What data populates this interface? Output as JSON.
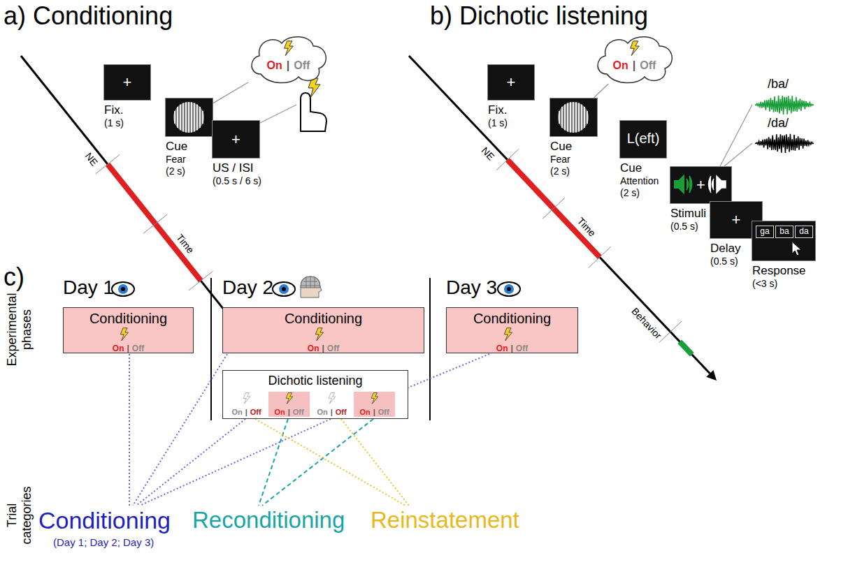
{
  "diagram": {
    "nodes": [
      {
        "text": [
          "+",
          "Fix.",
          "(1 s)"
        ]
      },
      {
        "text": [
          "Cue",
          "Fear",
          "(2 s)"
        ]
      },
      {
        "text": [
          "On",
          "|",
          "Off"
        ]
      },
      {
        "text": [
          "+",
          "US / ISI",
          "(0.5 s / 6 s)"
        ]
      },
      {
        "text": [
          "+",
          "Fix.",
          "(1 s)"
        ]
      },
      {
        "text": [
          "Cue",
          "Fear",
          "(2 s)"
        ]
      },
      {
        "text": [
          "On",
          "|",
          "Off"
        ]
      },
      {
        "text": [
          "L(eft)",
          "Cue",
          "Attention",
          "(2 s)"
        ]
      },
      {
        "text": [
          "+",
          "Stimuli",
          "(0.5 s)"
        ]
      },
      {
        "text": [
          "+",
          "Delay",
          "(0.5 s)"
        ]
      },
      {
        "text": [
          "Response",
          "(<3 s)"
        ]
      },
      {
        "text": [
          "ga"
        ],
        "in": 10
      },
      {
        "text": [
          "ba"
        ],
        "in": 10
      },
      {
        "text": [
          "da"
        ],
        "in": 10
      },
      {
        "text": [
          "Conditioning",
          "On",
          "|",
          "Off"
        ]
      },
      {
        "text": [
          "Conditioning",
          "On",
          "|",
          "Off"
        ]
      },
      {
        "text": [
          "Dichotic listening"
        ]
      },
      {
        "text": [
          "On",
          "|",
          "Off"
        ],
        "in": 16
      },
      {
        "text": [
          "On",
          "|",
          "Off"
        ],
        "in": 16
      },
      {
        "text": [
          "On",
          "|",
          "Off"
        ],
        "in": 16
      },
      {
        "text": [
          "On",
          "|",
          "Off"
        ],
        "in": 16
      },
      {
        "text": [
          "Conditioning",
          "On",
          "|",
          "Off"
        ]
      }
    ],
    "edges": [
      {
        "from": 1,
        "to": 2,
        "arrow": "none"
      },
      {
        "from": 5,
        "to": 6,
        "arrow": "none"
      }
    ],
    "labels": [
      "a) Conditioning",
      "b) Dichotic listening",
      "NE",
      "Time",
      "NE",
      "Time",
      "/ba/",
      "/da/",
      "Behavior",
      "c)",
      "Day 1",
      "Day 2",
      "Day 3",
      "Experimental phases",
      "Trial categories",
      "Conditioning",
      "(Day 1; Day 2; Day 3)",
      "Reconditioning",
      "Reinstatement"
    ]
  }
}
